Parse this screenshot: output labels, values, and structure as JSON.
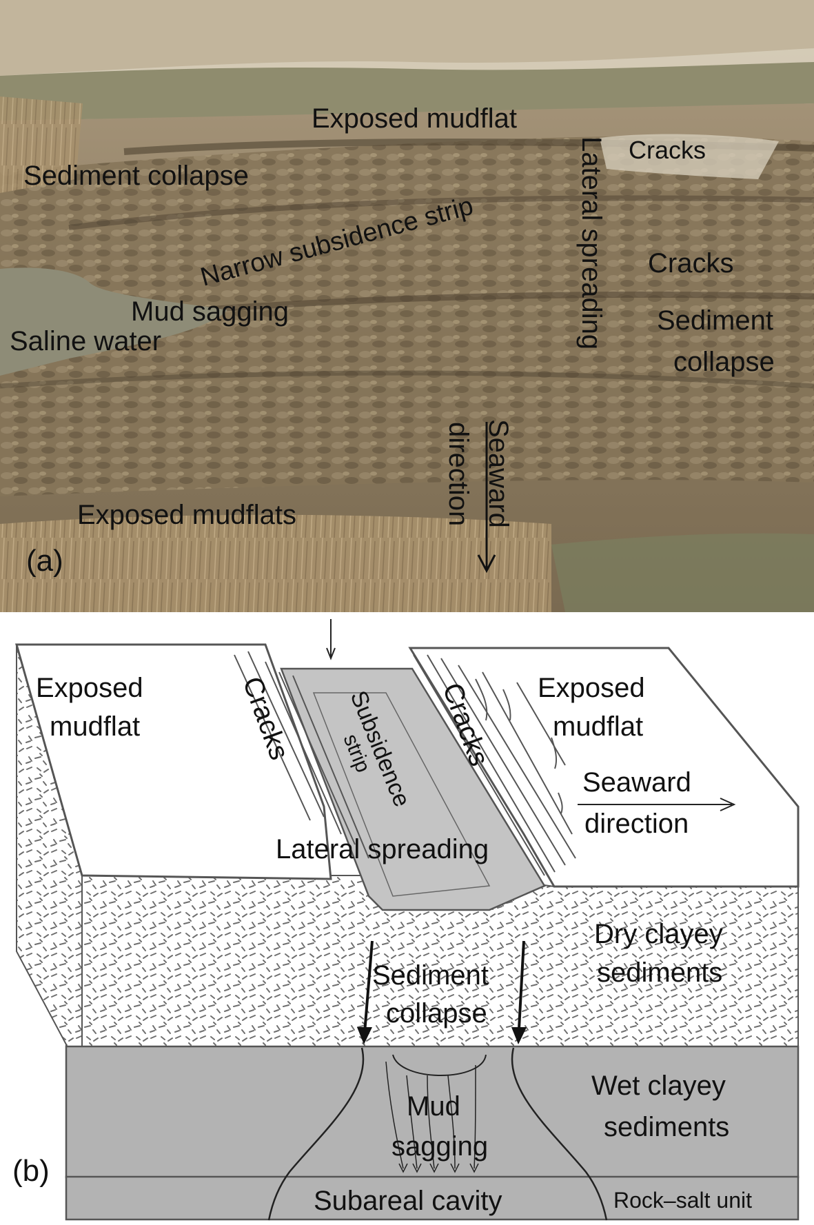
{
  "panel_a": {
    "panel_label": "(a)",
    "labels": {
      "exposed_mudflat": "Exposed mudflat",
      "cracks_top": "Cracks",
      "sediment_collapse_left": "Sediment collapse",
      "lateral_spreading": "Lateral spreading",
      "narrow_subsidence_strip": "Narrow subsidence strip",
      "cracks_right": "Cracks",
      "mud_sagging": "Mud sagging",
      "sediment_collapse_right_1": "Sediment",
      "sediment_collapse_right_2": "collapse",
      "saline_water": "Saline water",
      "seaward_1": "Seaward",
      "seaward_2": "direction",
      "exposed_mudflats": "Exposed mudflats"
    },
    "colors": {
      "sky_haze": "#cfc7b4",
      "hills": "#b9ab92",
      "mud_light": "#a8977a",
      "mud_dark": "#6f6048",
      "water": "#8c8a74",
      "reeds": "#b39d76"
    }
  },
  "panel_b": {
    "panel_label": "(b)",
    "labels": {
      "exposed_mudflat_left_1": "Exposed",
      "exposed_mudflat_left_2": "mudflat",
      "cracks_left": "Cracks",
      "subsidence_1": "Subsidence",
      "subsidence_2": "strip",
      "cracks_right": "Cracks",
      "exposed_mudflat_right_1": "Exposed",
      "exposed_mudflat_right_2": "mudflat",
      "seaward_1": "Seaward",
      "seaward_2": "direction",
      "lateral_spreading": "Lateral spreading",
      "dry_clayey_1": "Dry clayey",
      "dry_clayey_2": "sediments",
      "sediment_collapse_1": "Sediment",
      "sediment_collapse_2": "collapse",
      "wet_clayey_1": "Wet clayey",
      "wet_clayey_2": "sediments",
      "mud_sagging_1": "Mud",
      "mud_sagging_2": "sagging",
      "subareal_cavity": "Subareal cavity",
      "rock_salt_unit": "Rock–salt unit"
    },
    "colors": {
      "block_outline": "#555555",
      "strip_fill": "#c4c4c4",
      "wet_layer": "#b3b3b3",
      "dry_texture": "#777777"
    }
  }
}
